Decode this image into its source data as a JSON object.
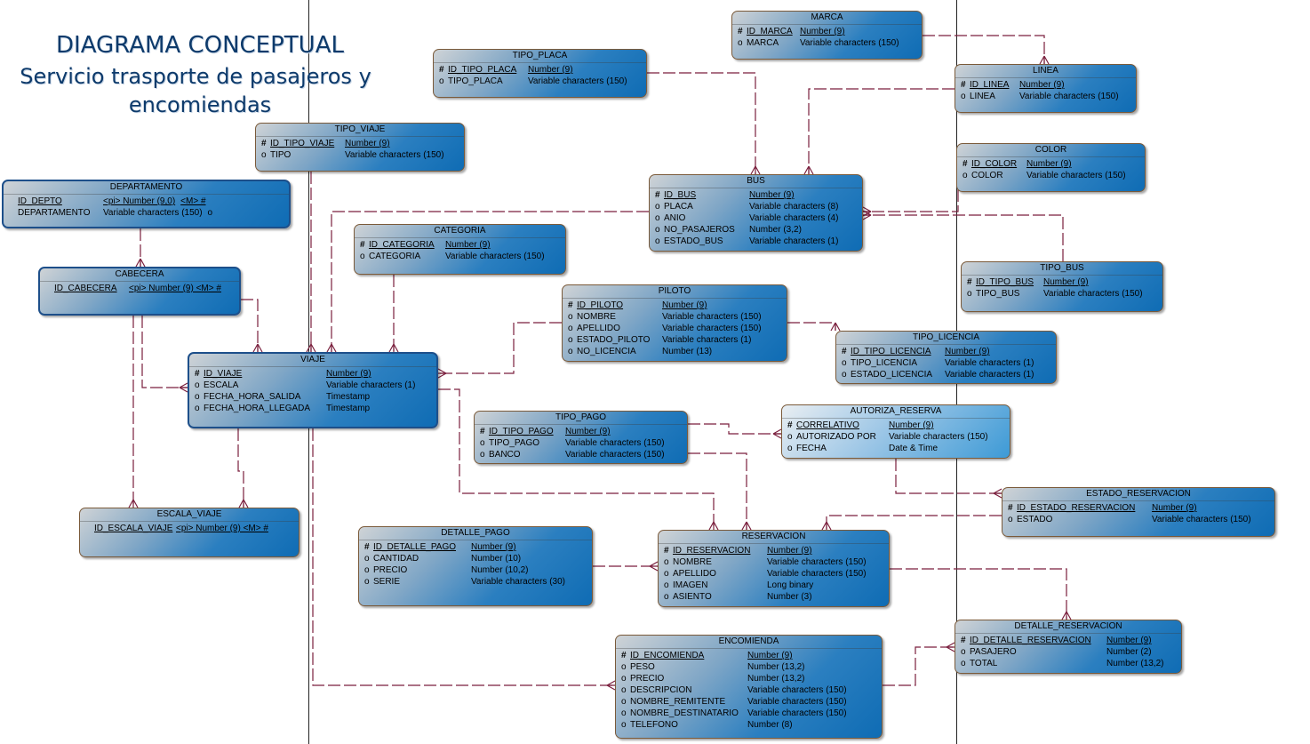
{
  "title": {
    "line1": "DIAGRAMA CONCEPTUAL",
    "line2": "Servicio trasporte de pasajeros y",
    "line3": "encomiendas"
  },
  "entities": {
    "marca": {
      "name": "MARCA",
      "attrs": [
        {
          "sym": "#",
          "name": "ID_MARCA",
          "type": "Number (9)",
          "pk": true
        },
        {
          "sym": "o",
          "name": "MARCA",
          "type": "Variable characters (150)"
        }
      ]
    },
    "tipo_placa": {
      "name": "TIPO_PLACA",
      "attrs": [
        {
          "sym": "#",
          "name": "ID_TIPO_PLACA",
          "type": "Number (9)",
          "pk": true
        },
        {
          "sym": "o",
          "name": "TIPO_PLACA",
          "type": "Variable characters (150)"
        }
      ]
    },
    "linea": {
      "name": "LINEA",
      "attrs": [
        {
          "sym": "#",
          "name": "ID_LINEA",
          "type": "Number (9)",
          "pk": true
        },
        {
          "sym": "o",
          "name": "LINEA",
          "type": "Variable characters (150)"
        }
      ]
    },
    "tipo_viaje": {
      "name": "TIPO_VIAJE",
      "attrs": [
        {
          "sym": "#",
          "name": "ID_TIPO_VIAJE",
          "type": "Number (9)",
          "pk": true
        },
        {
          "sym": "o",
          "name": "TIPO",
          "type": "Variable characters (150)"
        }
      ]
    },
    "color": {
      "name": "COLOR",
      "attrs": [
        {
          "sym": "#",
          "name": "ID_COLOR",
          "type": "Number (9)",
          "pk": true
        },
        {
          "sym": "o",
          "name": "COLOR",
          "type": "Variable characters (150)"
        }
      ]
    },
    "departamento": {
      "name": "DEPARTAMENTO",
      "attrs": [
        {
          "sym": "",
          "name": "ID_DEPTO",
          "type": "<pi>  Number (9,0)",
          "extra": "<M>  #",
          "pk": true
        },
        {
          "sym": "",
          "name": "DEPARTAMENTO",
          "type": "Variable characters (150)",
          "extra": "o"
        }
      ]
    },
    "bus": {
      "name": "BUS",
      "attrs": [
        {
          "sym": "#",
          "name": "ID_BUS",
          "type": "Number (9)",
          "pk": true
        },
        {
          "sym": "o",
          "name": "PLACA",
          "type": "Variable characters (8)"
        },
        {
          "sym": "o",
          "name": "ANIO",
          "type": "Variable characters (4)"
        },
        {
          "sym": "o",
          "name": "NO_PASAJEROS",
          "type": "Number (3,2)"
        },
        {
          "sym": "o",
          "name": "ESTADO_BUS",
          "type": "Variable characters (1)"
        }
      ]
    },
    "categoria": {
      "name": "CATEGORIA",
      "attrs": [
        {
          "sym": "#",
          "name": "ID_CATEGORIA",
          "type": "Number (9)",
          "pk": true
        },
        {
          "sym": "o",
          "name": "CATEGORIA",
          "type": "Variable characters (150)"
        }
      ]
    },
    "tipo_bus": {
      "name": "TIPO_BUS",
      "attrs": [
        {
          "sym": "#",
          "name": "ID_TIPO_BUS",
          "type": "Number (9)",
          "pk": true
        },
        {
          "sym": "o",
          "name": "TIPO_BUS",
          "type": "Variable characters (150)"
        }
      ]
    },
    "cabecera": {
      "name": "CABECERA",
      "attrs": [
        {
          "sym": "",
          "name": "ID_CABECERA",
          "type": "<pi>  Number (9)  <M>  #",
          "pk": true
        }
      ]
    },
    "piloto": {
      "name": "PILOTO",
      "attrs": [
        {
          "sym": "#",
          "name": "ID_PILOTO",
          "type": "Number (9)",
          "pk": true
        },
        {
          "sym": "o",
          "name": "NOMBRE",
          "type": "Variable characters (150)"
        },
        {
          "sym": "o",
          "name": "APELLIDO",
          "type": "Variable characters (150)"
        },
        {
          "sym": "o",
          "name": "ESTADO_PILOTO",
          "type": "Variable characters (1)"
        },
        {
          "sym": "o",
          "name": "NO_LICENCIA",
          "type": "Number (13)"
        }
      ]
    },
    "tipo_licencia": {
      "name": "TIPO_LICENCIA",
      "attrs": [
        {
          "sym": "#",
          "name": "ID_TIPO_LICENCIA",
          "type": "Number (9)",
          "pk": true
        },
        {
          "sym": "o",
          "name": "TIPO_LICENCIA",
          "type": "Variable characters (1)"
        },
        {
          "sym": "o",
          "name": "ESTADO_LICENCIA",
          "type": "Variable characters (1)"
        }
      ]
    },
    "viaje": {
      "name": "VIAJE",
      "attrs": [
        {
          "sym": "#",
          "name": "ID_VIAJE",
          "type": "Number (9)",
          "pk": true
        },
        {
          "sym": "o",
          "name": "ESCALA",
          "type": "Variable characters (1)"
        },
        {
          "sym": "o",
          "name": "FECHA_HORA_SALIDA",
          "type": "Timestamp"
        },
        {
          "sym": "o",
          "name": "FECHA_HORA_LLEGADA",
          "type": "Timestamp"
        }
      ]
    },
    "tipo_pago": {
      "name": "TIPO_PAGO",
      "attrs": [
        {
          "sym": "#",
          "name": "ID_TIPO_PAGO",
          "type": "Number (9)",
          "pk": true
        },
        {
          "sym": "o",
          "name": "TIPO_PAGO",
          "type": "Variable characters (150)"
        },
        {
          "sym": "o",
          "name": "BANCO",
          "type": "Variable characters (150)"
        }
      ]
    },
    "autoriza_reserva": {
      "name": "AUTORIZA_RESERVA",
      "attrs": [
        {
          "sym": "#",
          "name": "CORRELATIVO",
          "type": "Number (9)",
          "pk": true
        },
        {
          "sym": "o",
          "name": "AUTORIZADO POR",
          "type": "Variable characters (150)"
        },
        {
          "sym": "o",
          "name": "FECHA",
          "type": "Date & Time"
        }
      ]
    },
    "estado_reservacion": {
      "name": "ESTADO_RESERVACION",
      "attrs": [
        {
          "sym": "#",
          "name": "ID_ESTADO_RESERVACION",
          "type": "Number (9)",
          "pk": true
        },
        {
          "sym": "o",
          "name": "ESTADO",
          "type": "Variable characters (150)"
        }
      ]
    },
    "escala_viaje": {
      "name": "ESCALA_VIAJE",
      "attrs": [
        {
          "sym": "",
          "name": "ID_ESCALA_VIAJE",
          "type": "<pi>  Number (9)  <M>  #",
          "pk": true
        }
      ]
    },
    "detalle_pago": {
      "name": "DETALLE_PAGO",
      "attrs": [
        {
          "sym": "#",
          "name": "ID_DETALLE_PAGO",
          "type": "Number (9)",
          "pk": true
        },
        {
          "sym": "o",
          "name": "CANTIDAD",
          "type": "Number (10)"
        },
        {
          "sym": "o",
          "name": "PRECIO",
          "type": "Number (10,2)"
        },
        {
          "sym": "o",
          "name": "SERIE",
          "type": "Variable characters (30)"
        }
      ]
    },
    "reservacion": {
      "name": "RESERVACION",
      "attrs": [
        {
          "sym": "#",
          "name": "ID_RESERVACION",
          "type": "Number (9)",
          "pk": true
        },
        {
          "sym": "o",
          "name": "NOMBRE",
          "type": "Variable characters (150)"
        },
        {
          "sym": "o",
          "name": "APELLIDO",
          "type": "Variable characters (150)"
        },
        {
          "sym": "o",
          "name": "IMAGEN",
          "type": "Long binary"
        },
        {
          "sym": "o",
          "name": "ASIENTO",
          "type": "Number (3)"
        }
      ]
    },
    "detalle_reservacion": {
      "name": "DETALLE_RESERVACION",
      "attrs": [
        {
          "sym": "#",
          "name": "ID_DETALLE_RESERVACION",
          "type": "Number (9)",
          "pk": true
        },
        {
          "sym": "o",
          "name": "PASAJERO",
          "type": "Number (2)"
        },
        {
          "sym": "o",
          "name": "TOTAL",
          "type": "Number (13,2)"
        }
      ]
    },
    "encomienda": {
      "name": "ENCOMIENDA",
      "attrs": [
        {
          "sym": "#",
          "name": "ID_ENCOMIENDA",
          "type": "Number (9)",
          "pk": true
        },
        {
          "sym": "o",
          "name": "PESO",
          "type": "Number (13,2)"
        },
        {
          "sym": "o",
          "name": "PRECIO",
          "type": "Number (13,2)"
        },
        {
          "sym": "o",
          "name": "DESCRIPCION",
          "type": "Variable characters (150)"
        },
        {
          "sym": "o",
          "name": "NOMBRE_REMITENTE",
          "type": "Variable characters (150)"
        },
        {
          "sym": "o",
          "name": "NOMBRE_DESTINATARIO",
          "type": "Variable characters (150)"
        },
        {
          "sym": "o",
          "name": "TELEFONO",
          "type": "Number (8)"
        }
      ]
    }
  }
}
